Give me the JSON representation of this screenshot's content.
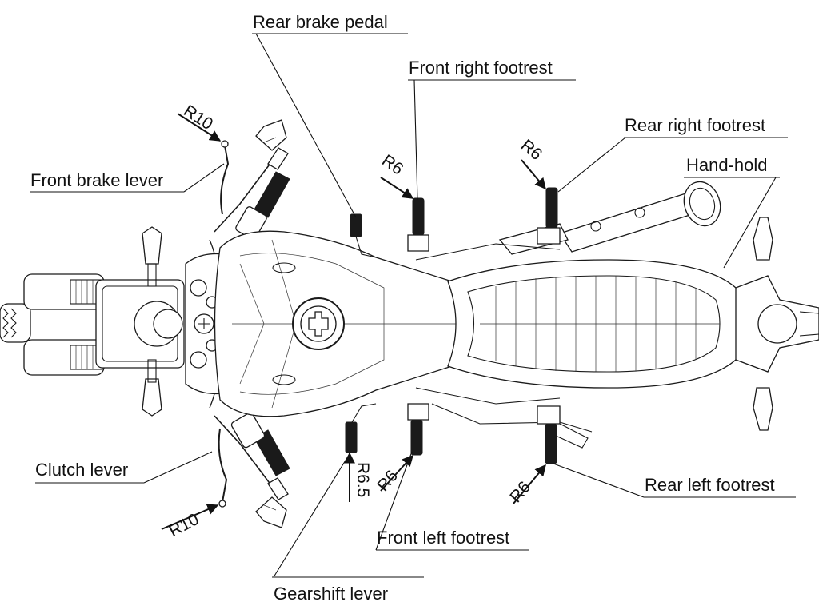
{
  "labels": {
    "rear_brake_pedal": "Rear brake pedal",
    "front_right_footrest": "Front right footrest",
    "rear_right_footrest": "Rear right footrest",
    "hand_hold": "Hand-hold",
    "front_brake_lever": "Front brake lever",
    "clutch_lever": "Clutch lever",
    "rear_left_footrest": "Rear left footrest",
    "front_left_footrest": "Front left footrest",
    "gearshift_lever": "Gearshift lever"
  },
  "radii": {
    "front_brake_lever": "R10",
    "clutch_lever": "R10",
    "front_right_footrest": "R6",
    "rear_right_footrest": "R6",
    "front_left_footrest": "R6",
    "rear_left_footrest": "R6",
    "gearshift_lever": "R6.5"
  }
}
